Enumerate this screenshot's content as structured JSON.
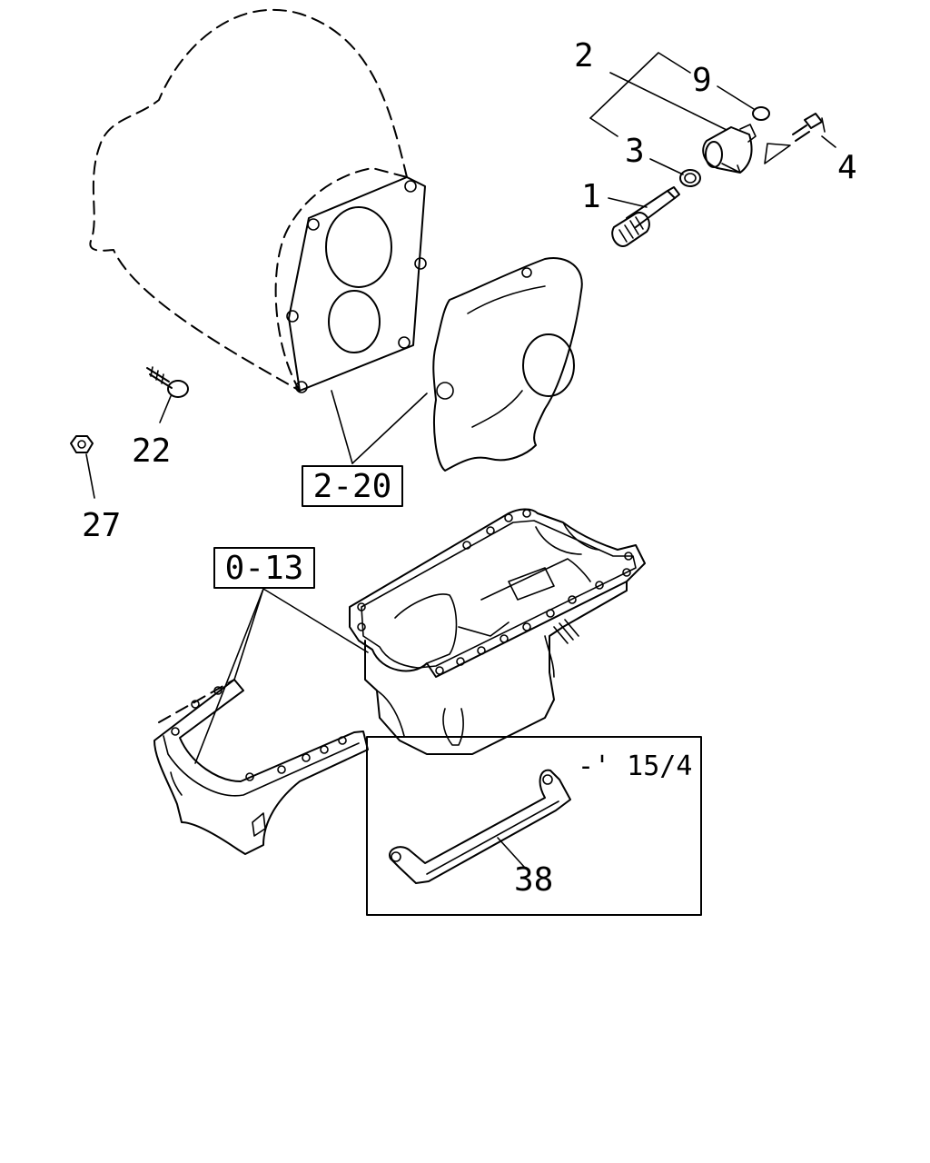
{
  "callouts": {
    "c1": "1",
    "c2": "2",
    "c3": "3",
    "c4": "4",
    "c9": "9",
    "c22": "22",
    "c27": "27",
    "c38": "38"
  },
  "references": {
    "ref_2_20": "2-20",
    "ref_0_13": "0-13"
  },
  "inset": {
    "range_note": "-' 15/4"
  },
  "icons": {
    "housing": "flywheel-housing-icon",
    "pan": "oil-pan-icon",
    "bracket": "bracket-icon",
    "sensor": "speed-sensor-icon"
  },
  "colors": {
    "line": "#000000",
    "background": "#ffffff"
  }
}
